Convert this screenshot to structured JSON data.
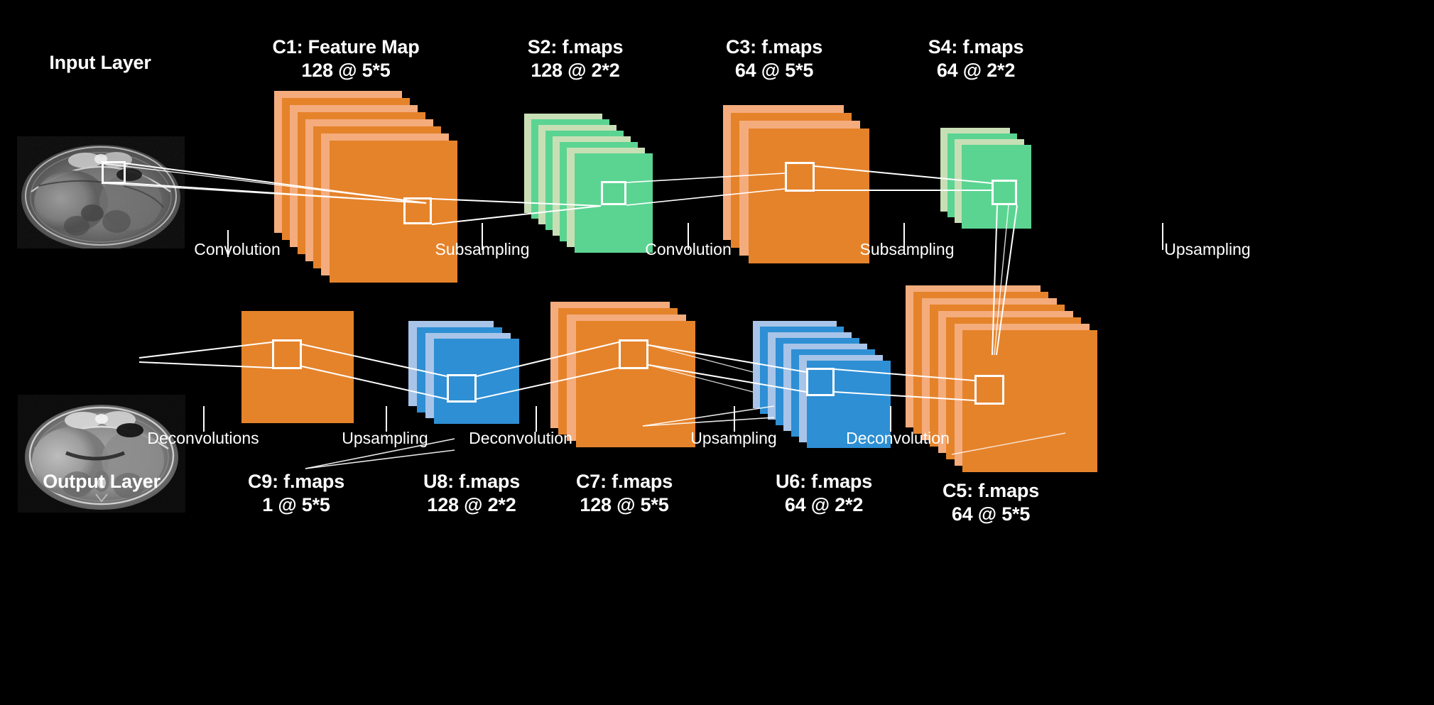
{
  "figure": {
    "background": "#000000",
    "title_text_color": "#ffffff",
    "colors": {
      "orange_dark": "#E5832B",
      "orange_light": "#F4AC7D",
      "green_dark": "#5BD492",
      "green_light": "#C8DFB6",
      "blue_dark": "#2E8FD4",
      "blue_light": "#A8C4E8",
      "annotation_white": "#FFFFFF"
    }
  },
  "top_row": {
    "input_label": "Input Layer",
    "layers": [
      {
        "name": "C1",
        "title": "C1: Feature Map",
        "spec": "128 @ 5*5"
      },
      {
        "name": "S2",
        "title": "S2: f.maps",
        "spec": "128 @ 2*2"
      },
      {
        "name": "C3",
        "title": "C3: f.maps",
        "spec": "64 @ 5*5"
      },
      {
        "name": "S4",
        "title": "S4: f.maps",
        "spec": "64 @ 2*2"
      }
    ],
    "operations": [
      {
        "label": "Convolution"
      },
      {
        "label": "Subsampling"
      },
      {
        "label": "Convolution"
      },
      {
        "label": "Subsampling"
      },
      {
        "label": "Upsampling"
      }
    ]
  },
  "bottom_row": {
    "output_label": "Output Layer",
    "layers": [
      {
        "name": "C9",
        "title": "C9: f.maps",
        "spec": "1 @ 5*5"
      },
      {
        "name": "U8",
        "title": "U8: f.maps",
        "spec": "128 @ 2*2"
      },
      {
        "name": "C7",
        "title": "C7: f.maps",
        "spec": "128 @ 5*5"
      },
      {
        "name": "U6",
        "title": "U6: f.maps",
        "spec": "64 @ 2*2"
      },
      {
        "name": "C5",
        "title": "C5: f.maps",
        "spec": "64 @ 5*5"
      }
    ],
    "operations": [
      {
        "label": "Deconvolutions"
      },
      {
        "label": "Upsampling"
      },
      {
        "label": "Deconvolution"
      },
      {
        "label": "Upsampling"
      },
      {
        "label": "Deconvolution"
      }
    ]
  },
  "images": {
    "input_scan": "abdominal-mri-axial-slice",
    "output_scan": "abdominal-mri-axial-slice-segmented"
  }
}
